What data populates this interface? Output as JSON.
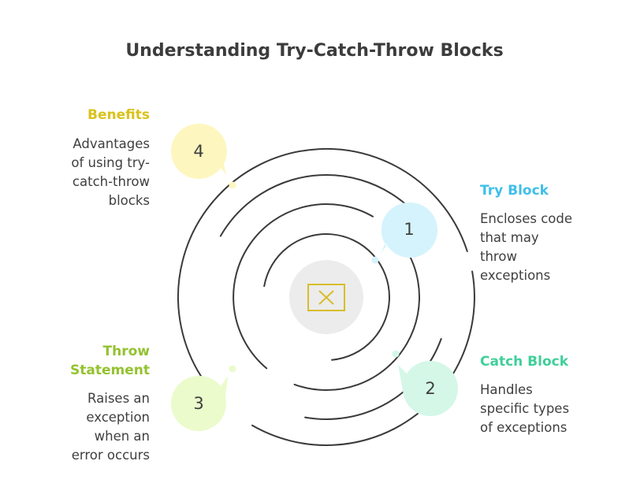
{
  "title": "Understanding Try-Catch-Throw Blocks",
  "colors": {
    "try": "#3fbfe8",
    "catch": "#3fcf9a",
    "throw": "#94c230",
    "benefits": "#d9c21c",
    "try_bubble": "#d5f3fc",
    "catch_bubble": "#d4f7e8",
    "throw_bubble": "#ebfbcc",
    "benefits_bubble": "#fdf6bf",
    "center_icon": "#d8bd2a",
    "center_bg": "#ececec",
    "rings": "#3a3a3a"
  },
  "center_icon": "x-box-icon",
  "items": [
    {
      "number": "1",
      "label": "Try Block",
      "description": "Encloses code\nthat may\nthrow\nexceptions"
    },
    {
      "number": "2",
      "label": "Catch Block",
      "description": "Handles\nspecific types\nof exceptions"
    },
    {
      "number": "3",
      "label": "Throw\nStatement",
      "description": "Raises an\nexception\nwhen an\nerror occurs"
    },
    {
      "number": "4",
      "label": "Benefits",
      "description": "Advantages\nof using try-\ncatch-throw\nblocks"
    }
  ]
}
